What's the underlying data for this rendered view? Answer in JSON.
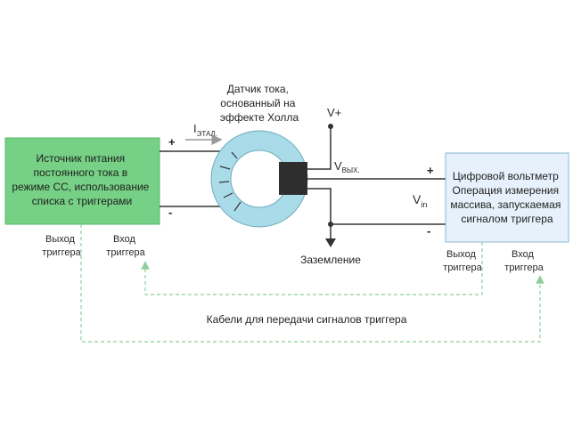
{
  "source_box": {
    "lines": [
      "Источник питания",
      "постоянного тока в",
      "режиме CC, использование",
      "списка с триггерами"
    ],
    "fill": "#76d085",
    "plus": "+",
    "minus": "-"
  },
  "sensor": {
    "lines": [
      "Датчик тока,",
      "основанный на",
      "эффекте Холла"
    ],
    "ring_color": "#a9dbe8",
    "current_label": "I",
    "current_sub": "ЭТАЛ."
  },
  "supply_label": "V+",
  "ground_label": "Заземление",
  "vout_label": "V",
  "vout_sub": "ВЫХ.",
  "vin_label": "V",
  "vin_sub": "in",
  "dmm_box": {
    "lines": [
      "Цифровой вольтметр",
      "Операция измерения",
      "массива, запускаемая",
      "сигналом триггера"
    ],
    "fill": "#e6f1fb",
    "plus": "+",
    "minus": "-"
  },
  "trigger_labels": {
    "source_out": [
      "Выход",
      "триггера"
    ],
    "source_in": [
      "Вход",
      "триггера"
    ],
    "dmm_out": [
      "Выход",
      "триггера"
    ],
    "dmm_in": [
      "Вход",
      "триггера"
    ]
  },
  "cables_label": "Кабели для передачи сигналов триггера",
  "colors": {
    "wire": "#333333",
    "dashed": "#8fcf9c",
    "arrow": "#999999"
  }
}
